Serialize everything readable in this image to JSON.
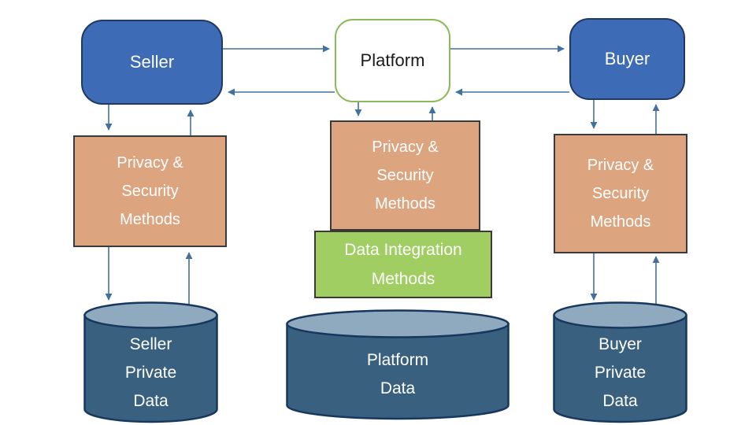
{
  "nodes": {
    "seller": {
      "label": "Seller"
    },
    "platform": {
      "label": "Platform"
    },
    "buyer": {
      "label": "Buyer"
    },
    "seller_privacy": {
      "label": "Privacy &\nSecurity\nMethods"
    },
    "platform_privacy": {
      "label": "Privacy &\nSecurity\nMethods"
    },
    "buyer_privacy": {
      "label": "Privacy &\nSecurity\nMethods"
    },
    "data_integration": {
      "label": "Data Integration\nMethods"
    },
    "seller_data": {
      "label": "Seller\nPrivate\nData"
    },
    "platform_data": {
      "label": "Platform\nData"
    },
    "buyer_data": {
      "label": "Buyer\nPrivate\nData"
    }
  },
  "edges": [
    {
      "from": "seller",
      "to": "platform"
    },
    {
      "from": "platform",
      "to": "seller"
    },
    {
      "from": "platform",
      "to": "buyer"
    },
    {
      "from": "buyer",
      "to": "platform"
    },
    {
      "from": "seller",
      "to": "seller_privacy"
    },
    {
      "from": "seller_privacy",
      "to": "seller"
    },
    {
      "from": "seller_privacy",
      "to": "seller_data"
    },
    {
      "from": "seller_data",
      "to": "seller_privacy"
    },
    {
      "from": "platform",
      "to": "platform_privacy"
    },
    {
      "from": "platform_privacy",
      "to": "platform"
    },
    {
      "from": "buyer",
      "to": "buyer_privacy"
    },
    {
      "from": "buyer_privacy",
      "to": "buyer"
    },
    {
      "from": "buyer_privacy",
      "to": "buyer_data"
    },
    {
      "from": "buyer_data",
      "to": "buyer_privacy"
    }
  ],
  "colors": {
    "entity_fill": "#3E6BB5",
    "entity_border": "#1F3864",
    "platform_fill": "#FFFFFF",
    "platform_border": "#8ABB57",
    "privacy_fill": "#DCA47F",
    "privacy_border": "#3A3A3A",
    "integration_fill": "#A0CE62",
    "integration_border": "#3A3A3A",
    "cylinder_body": "#3A6080",
    "cylinder_top": "#8FA9BE",
    "cylinder_border": "#17375E",
    "arrow": "#41719C",
    "text_light": "#FFFFFF",
    "text_dark": "#1A1A1A"
  }
}
